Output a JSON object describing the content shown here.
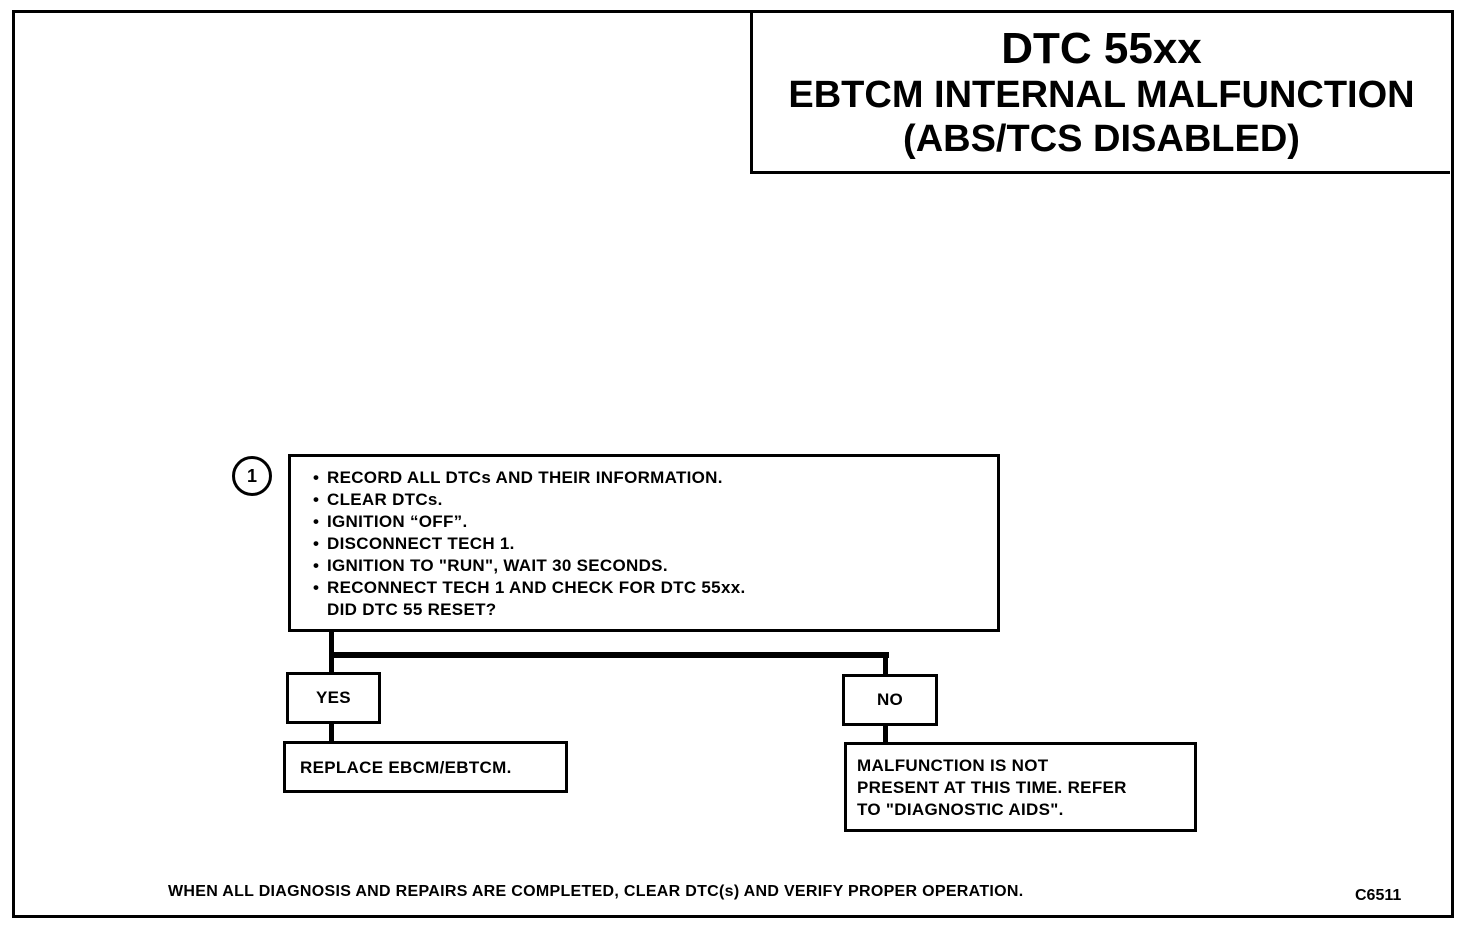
{
  "title": {
    "line1": "DTC 55xx",
    "line2": "EBTCM INTERNAL MALFUNCTION",
    "line3": "(ABS/TCS DISABLED)"
  },
  "step1": {
    "number": "1",
    "items": [
      "RECORD ALL DTCs AND THEIR INFORMATION.",
      "CLEAR DTCs.",
      "IGNITION “OFF”.",
      "DISCONNECT TECH 1.",
      "IGNITION TO \"RUN\", WAIT 30 SECONDS.",
      "RECONNECT TECH 1 AND CHECK FOR DTC 55xx."
    ],
    "question": "DID DTC 55 RESET?"
  },
  "yes": {
    "label": "YES",
    "action": "REPLACE EBCM/EBTCM."
  },
  "no": {
    "label": "NO",
    "action_line1": "MALFUNCTION IS NOT",
    "action_line2": "PRESENT AT THIS TIME. REFER",
    "action_line3": "TO \"DIAGNOSTIC AIDS\"."
  },
  "footer": "WHEN ALL DIAGNOSIS AND REPAIRS ARE COMPLETED, CLEAR DTC(s) AND VERIFY PROPER OPERATION.",
  "figure_code": "C6511"
}
